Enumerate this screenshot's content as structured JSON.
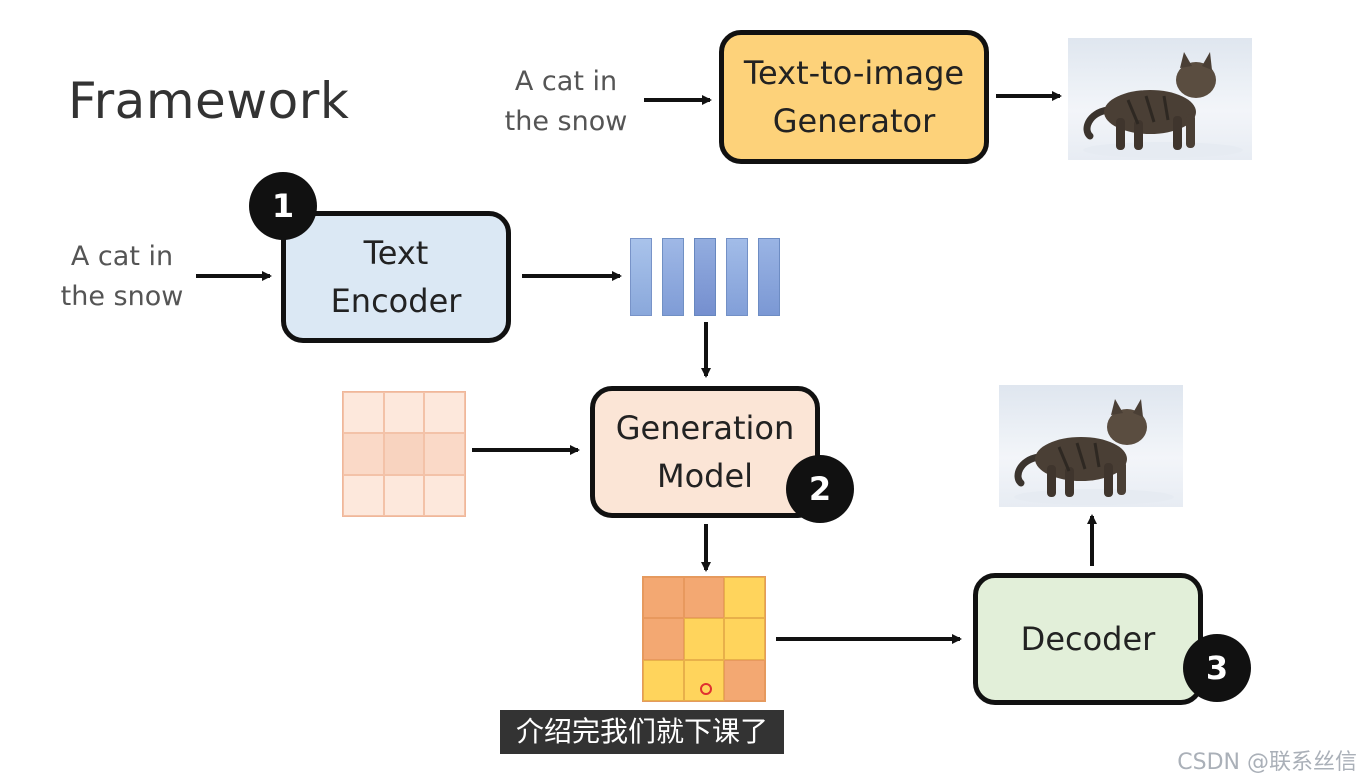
{
  "title": "Framework",
  "top_row": {
    "input_text": "A cat in\nthe snow",
    "generator_label": "Text-to-image\nGenerator"
  },
  "pipeline": {
    "input_text": "A cat in\nthe snow",
    "text_encoder_label": "Text\nEncoder",
    "generation_model_label": "Generation\nModel",
    "decoder_label": "Decoder",
    "badges": [
      "1",
      "2",
      "3"
    ]
  },
  "colors": {
    "generator_fill": "#fdd27a",
    "encoder_fill": "#dbe8f4",
    "generation_fill": "#fbe5d6",
    "decoder_fill": "#e2efd9",
    "token_fill": "#8aa8db",
    "noise_grid": "#fbe0d1",
    "latent_orange": "#f3a872",
    "latent_yellow": "#ffd45c"
  },
  "subtitle": "介绍完我们就下课了",
  "watermark": "CSDN @联系丝信"
}
